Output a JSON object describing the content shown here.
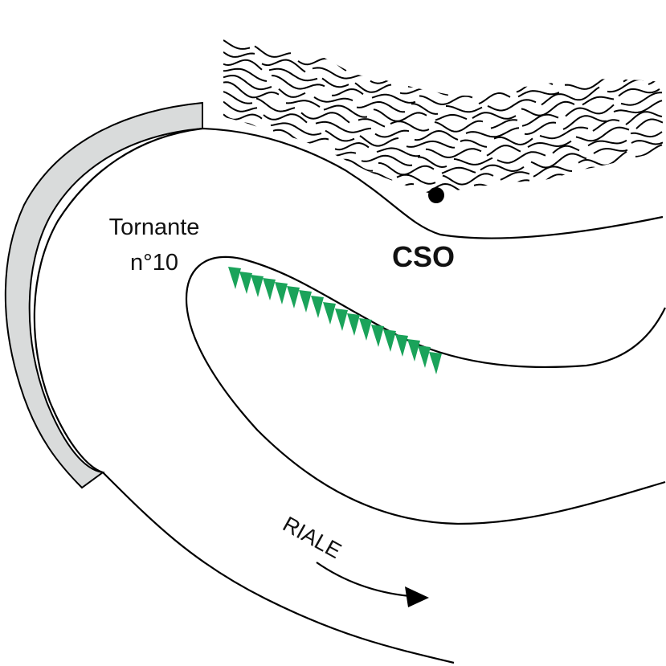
{
  "labels": {
    "hairpin_line1": "Tornante",
    "hairpin_line2": "n°10",
    "site": "CSO",
    "stream": "RIALE"
  },
  "colors": {
    "wall_fill": "#d9dbdb",
    "marker_green": "#1aa35a",
    "line": "#000000"
  },
  "icons": {
    "site_marker": "filled-circle-icon",
    "flow_arrow": "arrow-right-icon",
    "scarp_marker": "triangle-down-icon"
  }
}
